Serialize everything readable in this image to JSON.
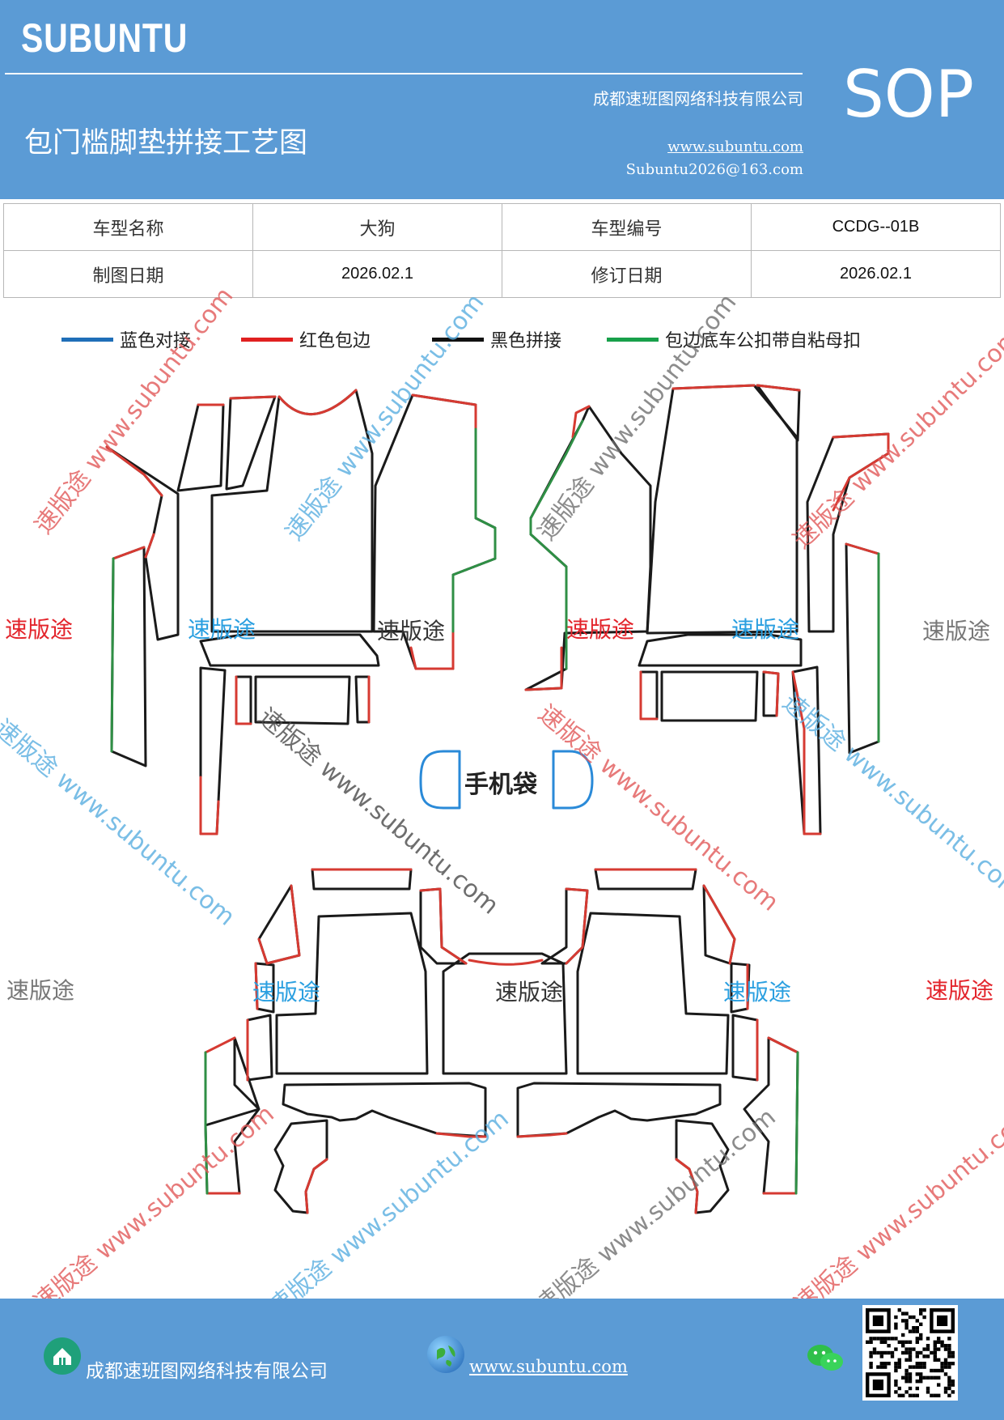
{
  "header": {
    "brand": "SUBUNTU",
    "company": "成都速班图网络科技有限公司",
    "title": "包门槛脚垫拼接工艺图",
    "website": "www.subuntu.com",
    "email": "Subuntu2026@163.com",
    "badge": "SOP"
  },
  "info_table": {
    "model_name_label": "车型名称",
    "model_name_value": "大狗",
    "model_code_label": "车型编号",
    "model_code_value": "CCDG--01B",
    "draw_date_label": "制图日期",
    "draw_date_value": "2026.02.1",
    "revise_date_label": "修订日期",
    "revise_date_value": "2026.02.1"
  },
  "legend": [
    {
      "label": "蓝色对接",
      "color": "#1f6fb8"
    },
    {
      "label": "红色包边",
      "color": "#e02020"
    },
    {
      "label": "黑色拼接",
      "color": "#111111"
    },
    {
      "label": "包边底车公扣带自粘母扣",
      "color": "#18a04a"
    }
  ],
  "colors": {
    "header_bg": "#5b9bd5",
    "edge_black": "#1a1a1a",
    "edge_red": "#d63a32",
    "edge_green": "#2f8f45",
    "edge_blue": "#2a8ad8"
  },
  "drawing": {
    "phone_bag_label": "手机袋"
  },
  "watermarks": {
    "brand": "速版途",
    "url": "www.subuntu.com"
  },
  "footer": {
    "company": "成都速班图网络科技有限公司",
    "website": "www.subuntu.com",
    "home_icon": "home-icon",
    "globe_icon": "globe-icon",
    "wechat_icon": "wechat-icon",
    "qr_icon": "qr-code-icon"
  }
}
